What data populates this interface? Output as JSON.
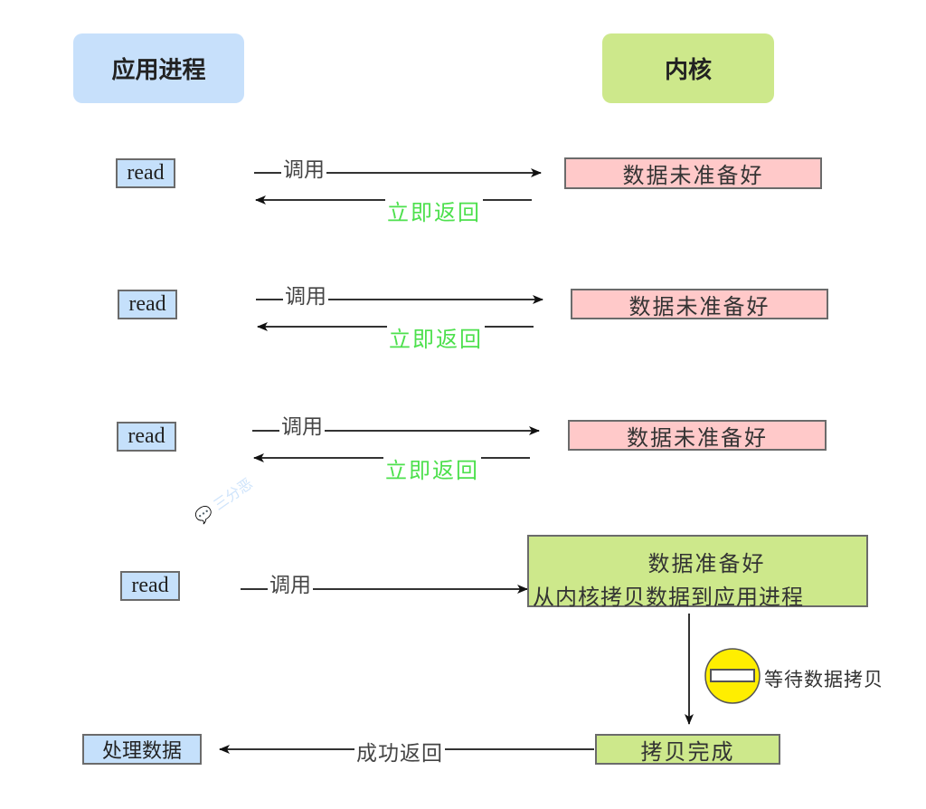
{
  "headers": {
    "app_process": "应用进程",
    "kernel": "内核"
  },
  "rounds": [
    {
      "syscall": "read",
      "call_label": "调用",
      "kernel_state": "数据未准备好",
      "return_label": "立即返回"
    },
    {
      "syscall": "read",
      "call_label": "调用",
      "kernel_state": "数据未准备好",
      "return_label": "立即返回"
    },
    {
      "syscall": "read",
      "call_label": "调用",
      "kernel_state": "数据未准备好",
      "return_label": "立即返回"
    }
  ],
  "final_round": {
    "syscall": "read",
    "call_label": "调用",
    "kernel_state_line1": "数据准备好",
    "kernel_state_line2": "从内核拷贝数据到应用进程",
    "wait_label": "等待数据拷贝",
    "copy_done": "拷贝完成",
    "success_label": "成功返回",
    "process_data": "处理数据"
  },
  "watermark": "三分恶",
  "colors": {
    "app_blue": "#c7e0fb",
    "kernel_green": "#cde88b",
    "not_ready_pink": "#ffc9c9",
    "return_green_text": "#4de04d",
    "wait_yellow": "#ffee00"
  }
}
